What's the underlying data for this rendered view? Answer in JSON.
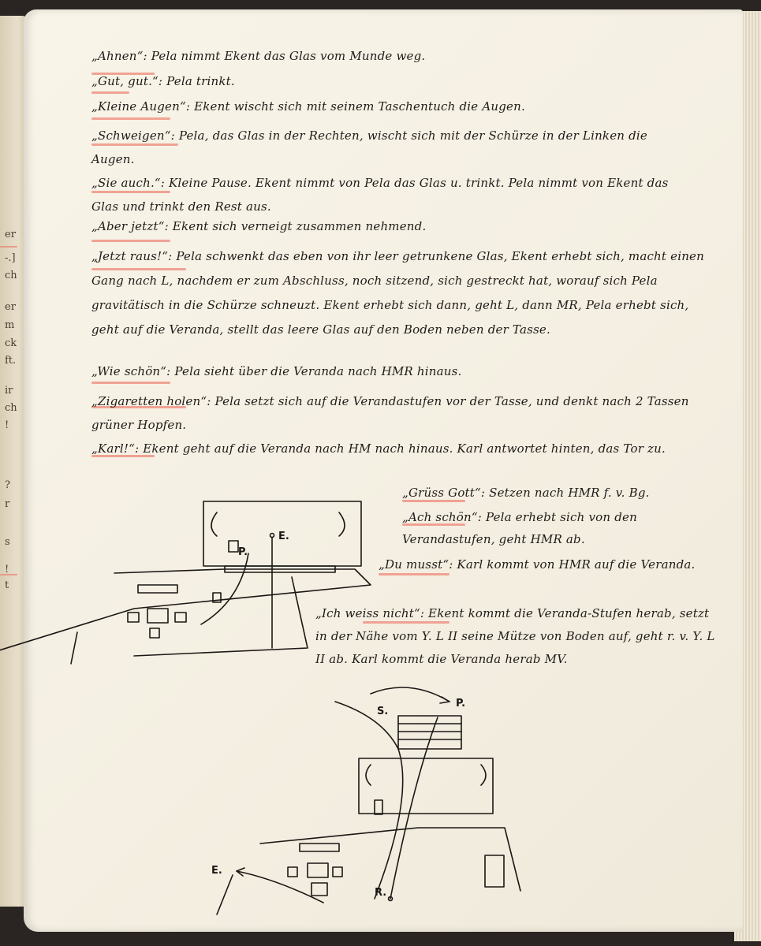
{
  "manuscript": {
    "lines": [
      "„Ahnen“: Pela nimmt Ekent das Glas vom Munde weg.",
      "„Gut, gut.“: Pela trinkt.",
      "„Kleine Augen“: Ekent wischt sich mit seinem Taschentuch die Augen.",
      "„Schweigen“: Pela, das Glas in der Rechten, wischt sich mit der Schürze in der Linken die Augen.",
      "„Sie auch.“: Kleine Pause. Ekent nimmt von Pela das Glas u. trinkt. Pela nimmt von Ekent das Glas und trinkt den Rest aus.",
      "„Aber jetzt“: Ekent sich verneigt zusammen nehmend.",
      "„Jetzt raus!“: Pela schwenkt das eben von ihr leer getrunkene Glas, Ekent erhebt sich, macht einen Gang nach L, nachdem er zum Abschluss, noch sitzend, sich gestreckt hat, worauf sich Pela gravitätisch in die Schürze schneuzt. Ekent erhebt sich dann, geht L, dann MR, Pela erhebt sich, geht auf die Veranda, stellt das leere Glas auf den Boden neben der Tasse.",
      "„Wie schön“: Pela sieht über die Veranda nach HMR hinaus.",
      "„Zigaretten holen“: Pela setzt sich auf die Verandastufen vor der Tasse, und denkt nach 2 Tassen grüner Hopfen.",
      "„Karl!“: Ekent geht auf die Veranda nach HM nach hinaus. Karl antwortet hinten, das Tor zu.",
      "„Grüss Gott“: Setzen nach HMR f. v. Bg.",
      "„Ach schön“: Pela erhebt sich von den Verandastufen, geht HMR ab.",
      "„Du musst“: Karl kommt von HMR auf die Veranda.",
      "„Ich weiss nicht“: Ekent kommt die Veranda-Stufen herab, setzt in der Nähe vom Y. L II seine Mütze von Boden auf, geht r. v. Y. L II ab. Karl kommt die Veranda herab MV."
    ]
  },
  "sketch_top": {
    "labels": [
      "P.",
      "E."
    ]
  },
  "sketch_bottom": {
    "labels": [
      "S.",
      "P.",
      "E.",
      "R."
    ]
  },
  "left_page": {
    "fragments": [
      "er",
      "-.]",
      "ch",
      "er",
      "m",
      "ck",
      "ft.",
      "ir",
      "ch",
      "!",
      "?",
      "r",
      "s",
      "!",
      "t"
    ]
  }
}
